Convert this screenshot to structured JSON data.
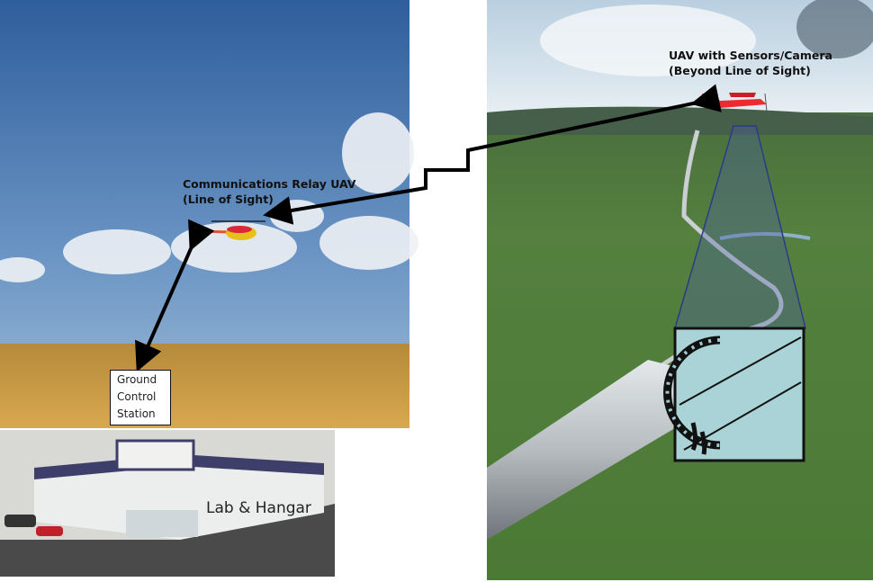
{
  "labels": {
    "relay_uav_line1": "Communications Relay UAV",
    "relay_uav_line2": "(Line of Sight)",
    "sensor_uav_line1": "UAV with Sensors/Camera",
    "sensor_uav_line2": "(Beyond Line of Sight)",
    "ground_control": [
      "Ground",
      "Control",
      "Station"
    ],
    "lab_hangar": "Lab & Hangar"
  },
  "colors": {
    "sky": "#4f7fb8",
    "field": "#c79a45",
    "grass": "#4f7a3c",
    "inspection_box": "#a9d3d6",
    "arrow": "#000000"
  }
}
